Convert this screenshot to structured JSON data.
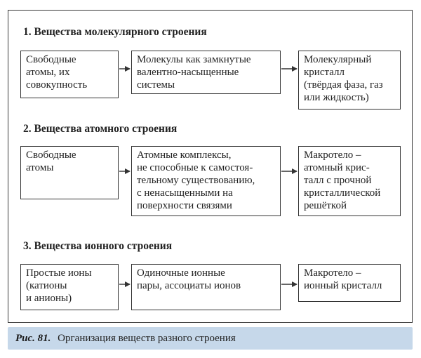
{
  "sections": [
    {
      "title": "1. Вещества молекулярного строения",
      "boxes": [
        {
          "lines": [
            "Свободные",
            "атомы, их",
            "совокупность"
          ]
        },
        {
          "lines": [
            "Молекулы как замкнутые",
            "валентно-насыщенные",
            "системы"
          ]
        },
        {
          "lines": [
            "Молекулярный",
            "кристалл",
            "(твёрдая фаза, газ",
            "или жидкость)"
          ]
        }
      ]
    },
    {
      "title": "2. Вещества атомного строения",
      "boxes": [
        {
          "lines": [
            "Свободные",
            "атомы"
          ]
        },
        {
          "lines": [
            "Атомные комплексы,",
            "не способные к самостоя-",
            "тельному существованию,",
            "с ненасыщенными на",
            "поверхности связями"
          ]
        },
        {
          "lines": [
            "Макротело –",
            "атомный крис-",
            "талл с прочной",
            "кристаллической",
            "решёткой"
          ]
        }
      ]
    },
    {
      "title": "3. Вещества ионного строения",
      "boxes": [
        {
          "lines": [
            "Простые ионы",
            "(катионы",
            "и анионы)"
          ]
        },
        {
          "lines": [
            "Одиночные ионные",
            "пары, ассоциаты ионов"
          ]
        },
        {
          "lines": [
            "Макротело –",
            "ионный кристалл"
          ]
        }
      ]
    }
  ],
  "caption": {
    "figure_label": "Рис. 81.",
    "text": "Организация веществ разного строения"
  },
  "colors": {
    "caption_band": "#c6d8ea",
    "border": "#333333",
    "text": "#222222"
  }
}
